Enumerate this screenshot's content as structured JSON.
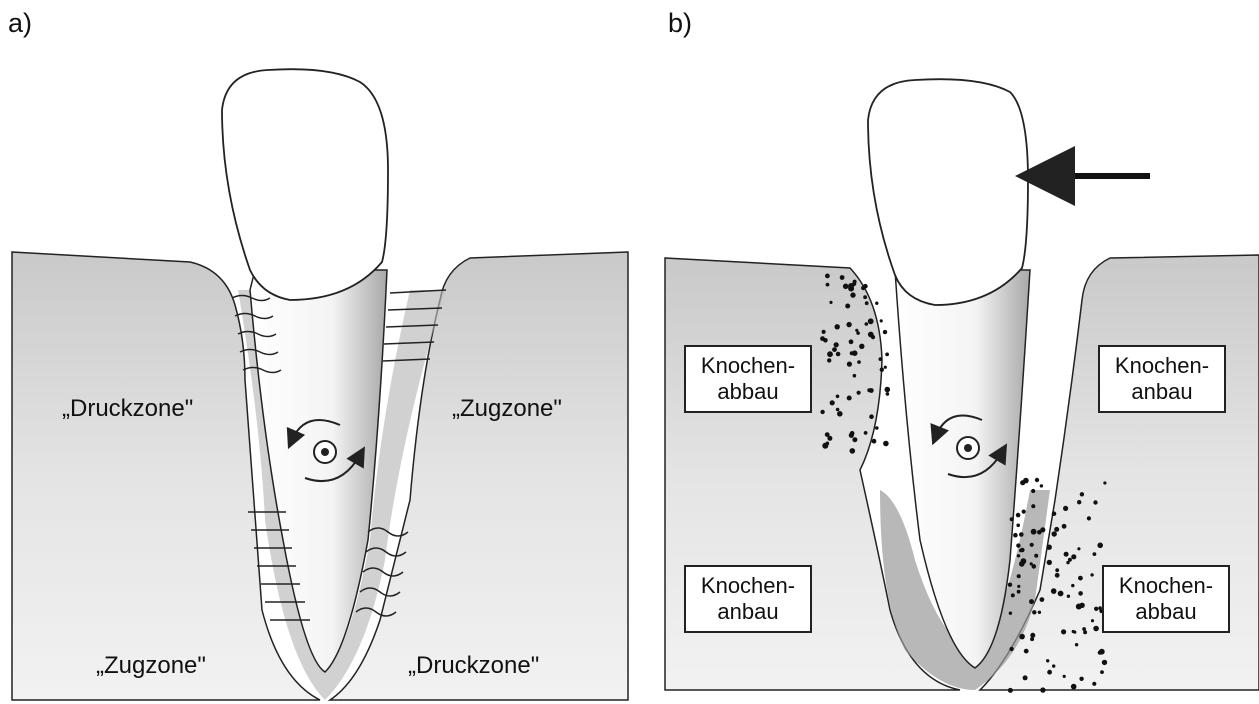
{
  "panels": {
    "a": {
      "letter": "a)",
      "labels": {
        "upper_left": "„Druckzone\"",
        "upper_right": "„Zugzone\"",
        "lower_left": "„Zugzone\"",
        "lower_right": "„Druckzone\""
      }
    },
    "b": {
      "letter": "b)",
      "boxes": [
        {
          "line1": "Knochen-",
          "line2": "abbau"
        },
        {
          "line1": "Knochen-",
          "line2": "anbau"
        },
        {
          "line1": "Knochen-",
          "line2": "anbau"
        },
        {
          "line1": "Knochen-",
          "line2": "abbau"
        }
      ]
    }
  },
  "colors": {
    "bone": "#cfcfcf",
    "outline": "#222222",
    "ligament": "#9a9a9a"
  }
}
